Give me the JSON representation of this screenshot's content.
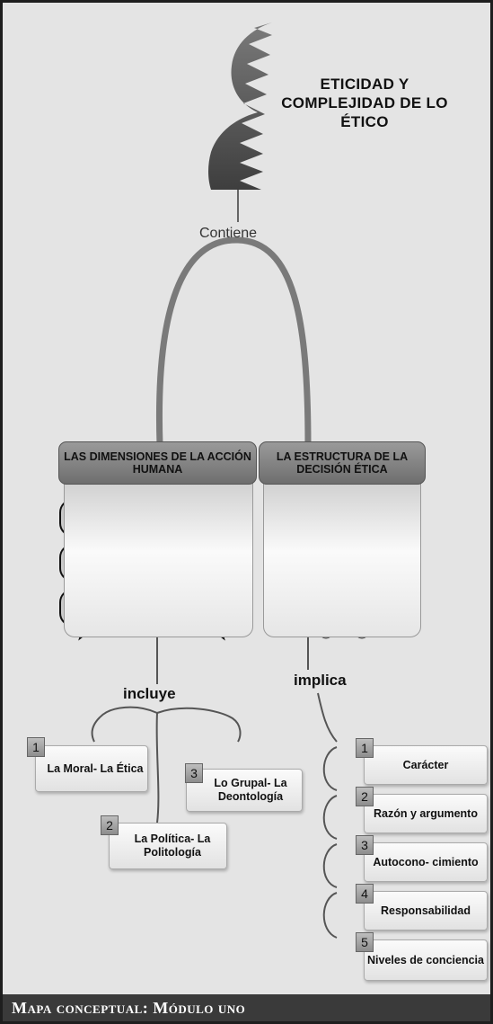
{
  "title": "ETICIDAD Y COMPLEJIDAD DE LO ÉTICO",
  "verbs": {
    "contiene": "Contiene",
    "incluye": "incluye",
    "implica": "implica"
  },
  "left_panel": {
    "title": "LAS DIMENSIONES DE LA ACCIÓN HUMANA"
  },
  "right_panel": {
    "title": "LA ESTRUCTURA DE LA DECISIÓN ÉTICA"
  },
  "dimensions": [
    {
      "num": "1",
      "label": "La Moral- La Ética"
    },
    {
      "num": "2",
      "label": "La Política- La Politología"
    },
    {
      "num": "3",
      "label": "Lo Grupal- La Deontología"
    }
  ],
  "structure": [
    {
      "num": "1",
      "label": "Carácter"
    },
    {
      "num": "2",
      "label": "Razón y argumento"
    },
    {
      "num": "3",
      "label": "Autocono- cimiento"
    },
    {
      "num": "4",
      "label": "Responsabilidad"
    },
    {
      "num": "5",
      "label": "Niveles de conciencia"
    }
  ],
  "footer": "Mapa conceptual: Módulo uno",
  "icons": [
    "head-silhouette-icon",
    "speech-bubble-icon",
    "brain-network-icon"
  ],
  "colors": {
    "background": "#e4e4e4",
    "footer": "#3a3a3a",
    "head_fill": "#5a5a5a",
    "panel_header": "#888888"
  }
}
